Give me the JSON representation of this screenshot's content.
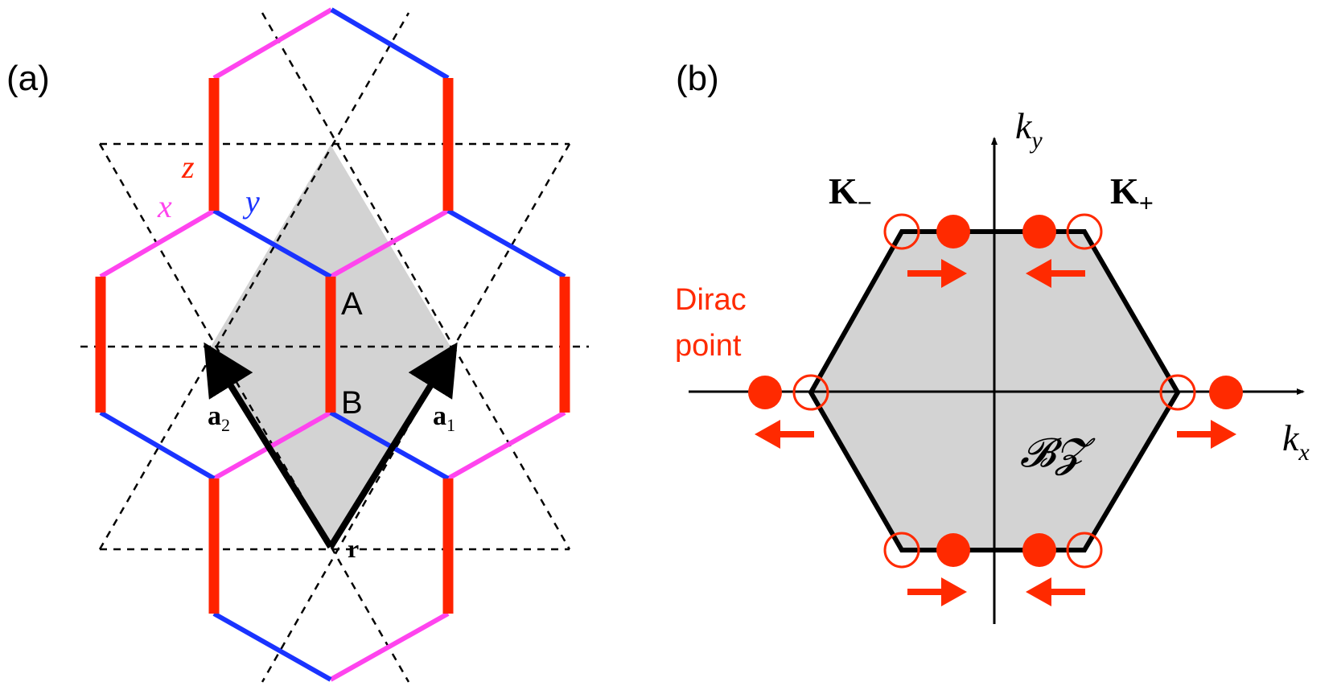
{
  "panel_a": {
    "label": "(a)",
    "bond_labels": {
      "z": "z",
      "x": "x",
      "y": "y"
    },
    "site_labels": {
      "A": "A",
      "B": "B"
    },
    "vector_labels": {
      "a1_main": "a",
      "a1_sub": "1",
      "a2_main": "a",
      "a2_sub": "2",
      "r": "r"
    },
    "colors": {
      "z_bond": "#ff2200",
      "x_bond": "#ff44ee",
      "y_bond": "#1a33ff",
      "unit_cell": "#d3d3d3"
    }
  },
  "panel_b": {
    "label": "(b)",
    "axes": {
      "kx_main": "k",
      "kx_sub": "x",
      "ky_main": "k",
      "ky_sub": "y"
    },
    "valleys": {
      "k_minus_main": "K",
      "k_minus_sub": "−",
      "k_plus_main": "K",
      "k_plus_sub": "+"
    },
    "dirac_label": [
      "Dirac",
      "point"
    ],
    "bz_label": "𝓑𝓩",
    "colors": {
      "dirac": "#ff2a00",
      "bz_fill": "#d3d3d3",
      "outline": "#000000"
    }
  }
}
